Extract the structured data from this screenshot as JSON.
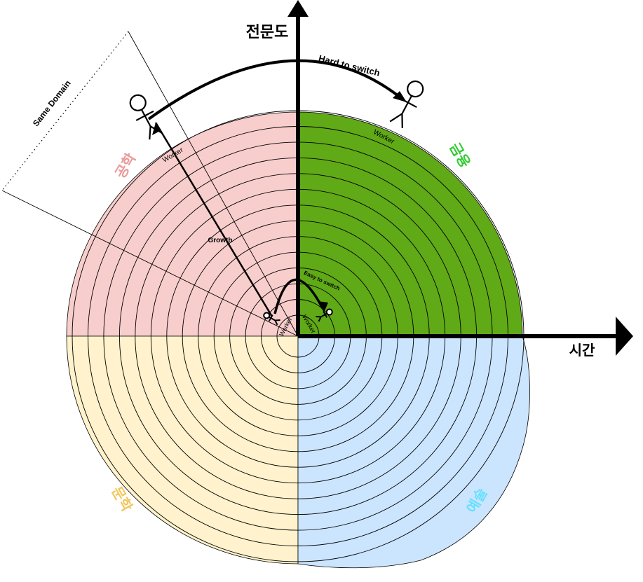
{
  "axes": {
    "y_label": "전문도",
    "x_label": "시간"
  },
  "quadrants": {
    "engineering": {
      "label": "공학",
      "fill": "#f8cecc",
      "label_color": "#ea9999"
    },
    "business": {
      "label": "금융",
      "fill": "#60a917",
      "label_color": "#33cc33"
    },
    "humanities": {
      "label": "문학",
      "fill": "#fff2cc",
      "label_color": "#f2c75c"
    },
    "arts": {
      "label": "예술",
      "fill": "#cce5ff",
      "label_color": "#66e0ff"
    }
  },
  "annotations": {
    "same_domain": "Same Domain",
    "hard_to_switch": "Hard to switch",
    "easy_to_switch": "Easy to switch",
    "growth": "Growth",
    "worker": "Worker"
  },
  "ring_count": 14,
  "colors": {
    "stroke": "#000000",
    "background": "#ffffff"
  }
}
